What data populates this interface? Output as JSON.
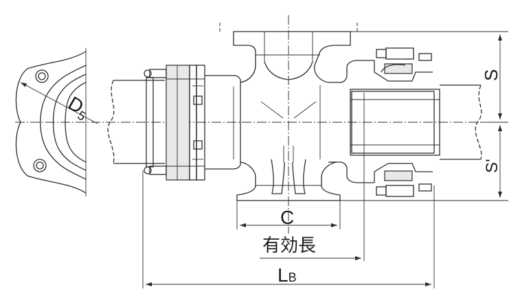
{
  "labels": {
    "d5_main": "D",
    "d5_sub": "5",
    "s_top": "S",
    "s_bottom": "S'",
    "c": "C",
    "effective_length": "有効長",
    "lb_main": "L",
    "lb_sub": "B"
  },
  "colors": {
    "line": "#2b2b2b",
    "fill": "#e8e8e8",
    "background": "#ffffff"
  }
}
